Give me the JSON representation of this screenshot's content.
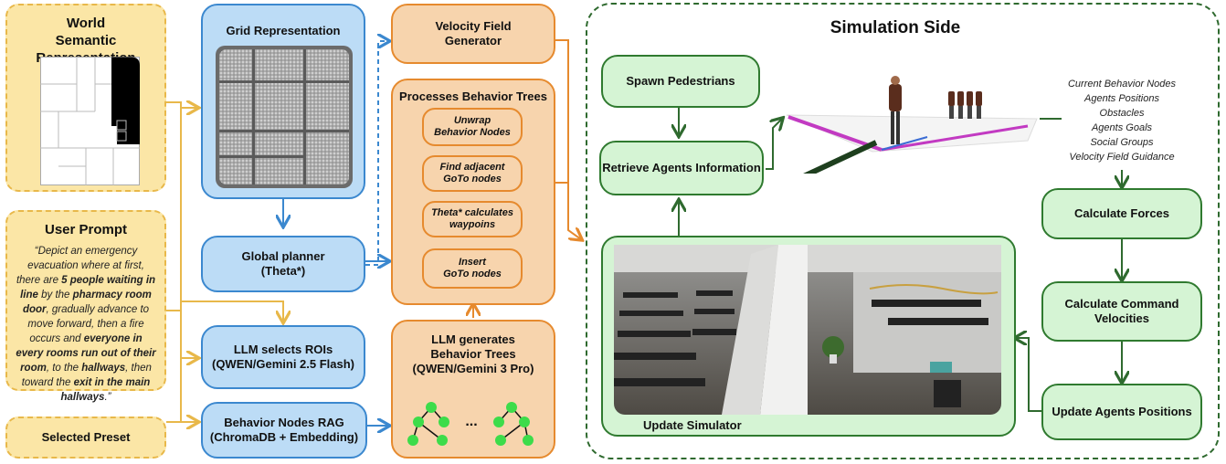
{
  "left": {
    "world": {
      "title_line1": "World",
      "title_line2": "Semantic Representation"
    },
    "user_prompt": {
      "title": "User Prompt",
      "segments": [
        {
          "t": "“Depict an emergency evacuation where at first, there are ",
          "b": false
        },
        {
          "t": "5 people waiting in line",
          "b": true
        },
        {
          "t": " by the ",
          "b": false
        },
        {
          "t": "pharmacy room door",
          "b": true
        },
        {
          "t": ", gradually advance to move forward, then a fire occurs and ",
          "b": false
        },
        {
          "t": "everyone in every rooms run out of their room",
          "b": true
        },
        {
          "t": ", to the ",
          "b": false
        },
        {
          "t": "hallways",
          "b": true
        },
        {
          "t": ", then toward the ",
          "b": false
        },
        {
          "t": "exit in the main hallways",
          "b": true
        },
        {
          "t": ".”",
          "b": false
        }
      ]
    },
    "preset": {
      "title": "Selected Preset"
    }
  },
  "blue": {
    "grid": {
      "title": "Grid Representation"
    },
    "planner": {
      "line1": "Global planner",
      "line2": "(Theta*)"
    },
    "rois": {
      "line1": "LLM selects ROIs",
      "line2": "(QWEN/Gemini 2.5 Flash)"
    },
    "rag": {
      "line1": "Behavior Nodes RAG",
      "line2": "(ChromaDB + Embedding)"
    }
  },
  "orange": {
    "velocity": {
      "line1": "Velocity Field",
      "line2": "Generator"
    },
    "process": {
      "title": "Processes Behavior Trees",
      "steps": [
        {
          "line1": "Unwrap",
          "line2": "Behavior Nodes"
        },
        {
          "line1": "Find adjacent",
          "line2": "GoTo nodes"
        },
        {
          "line1": "Theta* calculates",
          "line2": "waypoins"
        },
        {
          "line1": "Insert",
          "line2": "GoTo nodes"
        }
      ]
    },
    "llm_bt": {
      "line1": "LLM generates",
      "line2": "Behavior Trees",
      "line3": "(QWEN/Gemini 3 Pro)",
      "ellipsis": "..."
    }
  },
  "sim": {
    "title": "Simulation Side",
    "spawn": "Spawn Pedestrians",
    "retrieve": "Retrieve Agents Information",
    "update_sim": "Update Simulator",
    "info_list": [
      "Current Behavior Nodes",
      "Agents Positions",
      "Obstacles",
      "Agents Goals",
      "Social Groups",
      "Velocity Field Guidance"
    ],
    "forces": "Calculate Forces",
    "cmd": {
      "line1": "Calculate Command",
      "line2": "Velocities"
    },
    "update_pos": "Update Agents Positions"
  },
  "colors": {
    "yellow_fill": "#fbe6a6",
    "yellow_line": "#e8b84a",
    "blue_fill": "#bcdcf6",
    "blue_line": "#3b88cf",
    "orange_fill": "#f7d4ad",
    "orange_line": "#e68a2e",
    "green_fill": "#d5f4d4",
    "green_line": "#2f7a2f",
    "tree_node": "#3ddc4a"
  }
}
